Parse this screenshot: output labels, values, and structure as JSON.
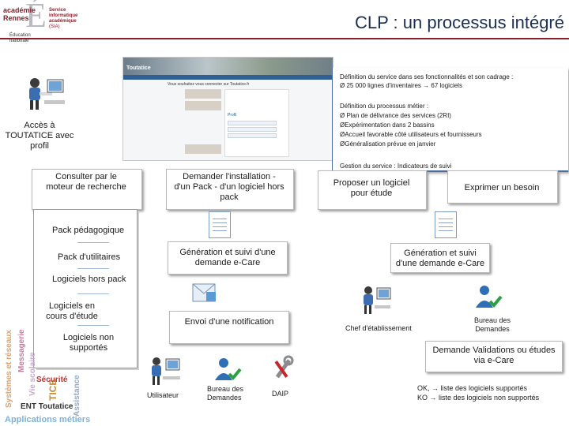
{
  "header": {
    "logo_text": [
      "académie",
      "Rennes",
      "Éducation",
      "nationale"
    ],
    "service_text": [
      "Service",
      "informatique",
      "académique",
      "(SIA)"
    ],
    "title": "CLP : un processus intégré"
  },
  "left": {
    "access_label": "Accès à TOUTATICE avec profil",
    "consult_label": "Consulter par le moteur de recherche",
    "vertical_labels": [
      "Systèmes et réseaux",
      "Messagerie",
      "Vie scolaire",
      "TICE",
      "Assistance"
    ],
    "bottom_labels": [
      "Sécurité",
      "ENT Toutatice",
      "Applications métiers"
    ]
  },
  "infobox": {
    "line1": "Définition du service dans ses fonctionnalités et son cadrage :",
    "line2": "Ø 25 000 lignes d'inventaires → 67 logiciels",
    "line3": "Définition du processus métier :",
    "line4": "Ø Plan de délivrance des services (2RI)",
    "line5": "ØExpérimentation dans 2 bassins",
    "line6": "ØAccueil favorable côté utilisateurs et fournisseurs",
    "line7": "ØGénéralisation prévue en janvier",
    "line8": "Gestion du service : Indicateurs de suivi"
  },
  "boxes": {
    "install": "Demander l'installation - d'un Pack - d'un logiciel hors pack",
    "propose": "Proposer un logiciel pour étude",
    "besoin": "Exprimer un besoin"
  },
  "panel": {
    "pack_pedagogique": "Pack pédagogique",
    "pack_utilitaires": "Pack d'utilitaires",
    "hors_pack": "Logiciels hors pack",
    "en_cours": "Logiciels en cours d'étude",
    "non_supportes": "Logiciels non supportés"
  },
  "middle": {
    "generation1": "Génération et suivi d'une demande e-Care",
    "envoi": "Envoi d'une notification"
  },
  "right": {
    "generation2": "Génération et suivi d'une demande e-Care",
    "bureau_right": "Bureau des Demandes",
    "chef": "Chef d'établissement",
    "demande": "Demande Validations ou études via e-Care",
    "ok": "OK, → liste des logiciels supportés",
    "ko": "KO → liste des logiciels non supportés"
  },
  "bottom": {
    "utilisateur": "Utilisateur",
    "bureau": "Bureau des Demandes",
    "daip": "DAIP"
  },
  "screenshot": {
    "brand": "Toutatice",
    "headline": "Vous souhaitez vous connecter sur Toutatice.fr",
    "field_label": "Profil"
  }
}
